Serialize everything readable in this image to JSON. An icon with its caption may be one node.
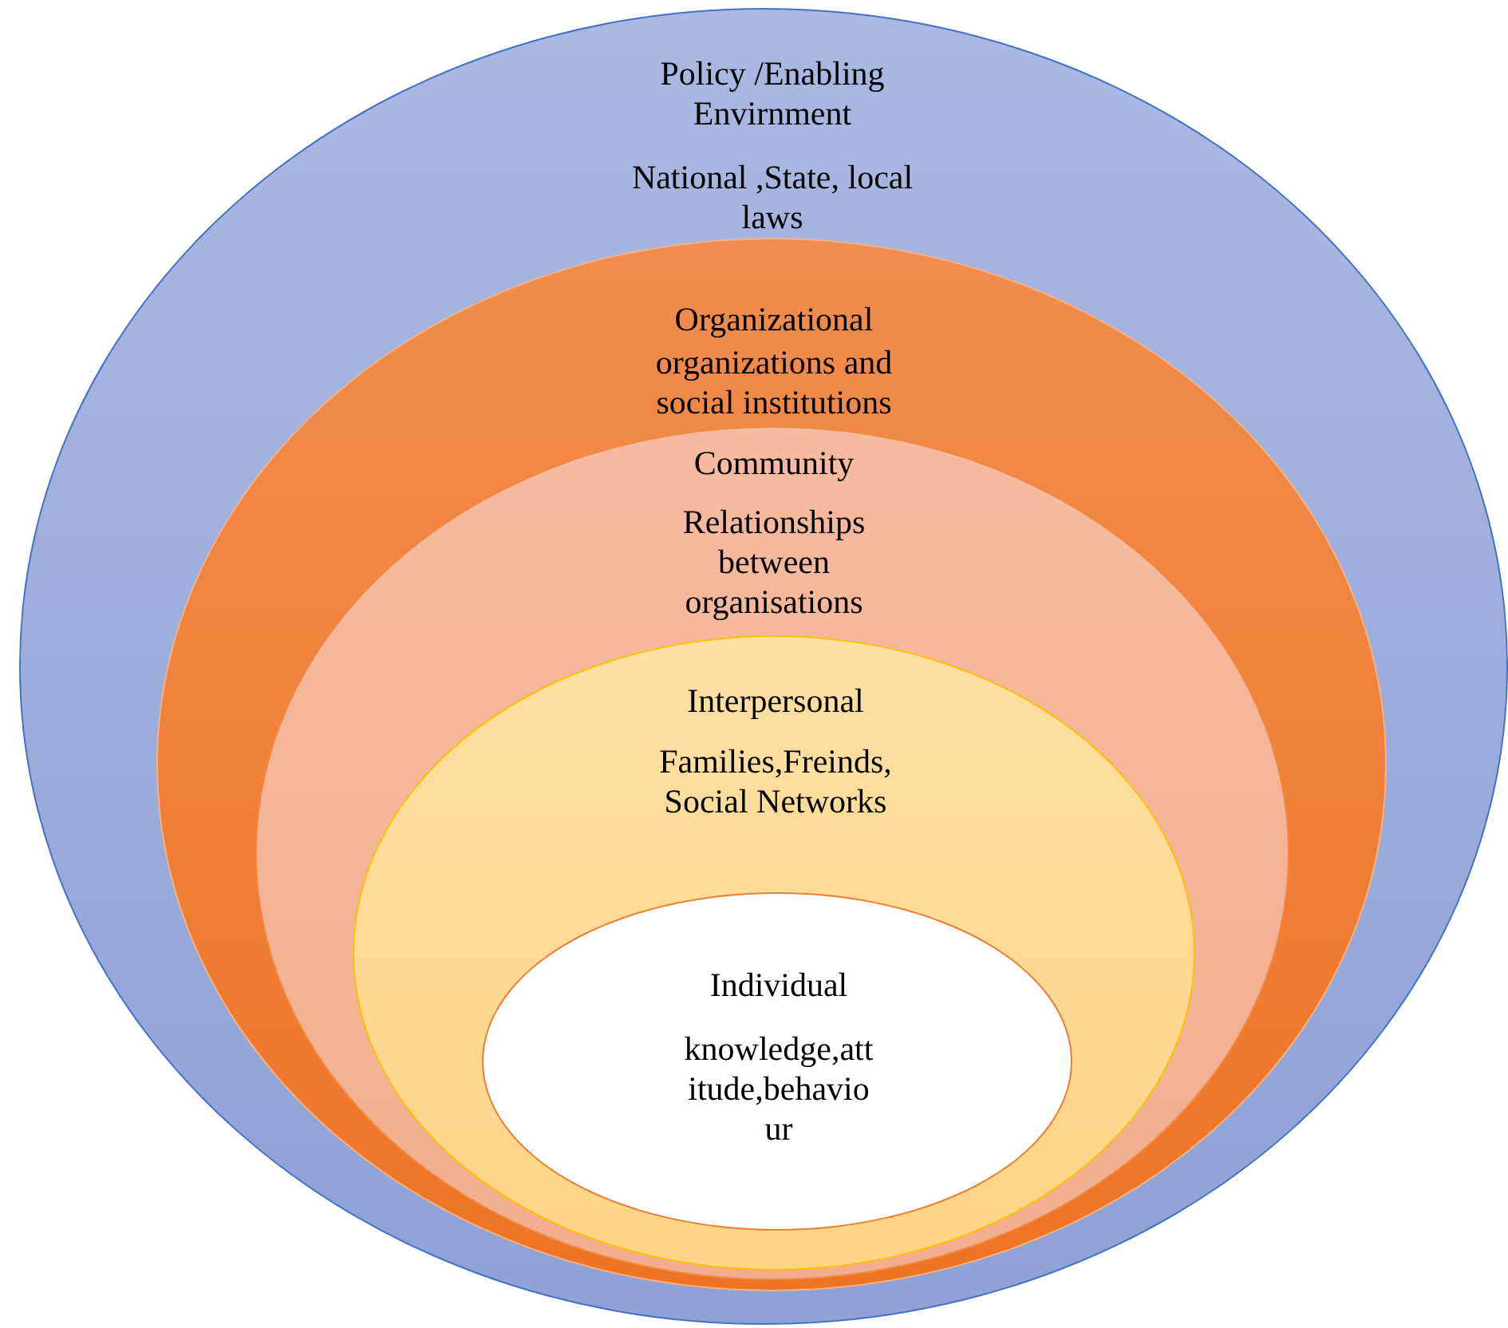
{
  "diagram": {
    "nodes": [
      {
        "text": [
          "Policy /Enabling Envirnment",
          "National ,State, local laws"
        ]
      },
      {
        "text": [
          "Organizational",
          "organizations and social institutions"
        ],
        "in": 0
      },
      {
        "text": [
          "Community",
          "Relationships between organisations"
        ],
        "in": 1
      },
      {
        "text": [
          "Interpersonal",
          "Families,Freinds, Social Networks"
        ],
        "in": 2
      },
      {
        "text": [
          "Individual",
          "knowledge,attitude,behaviour"
        ],
        "in": 3
      }
    ]
  }
}
